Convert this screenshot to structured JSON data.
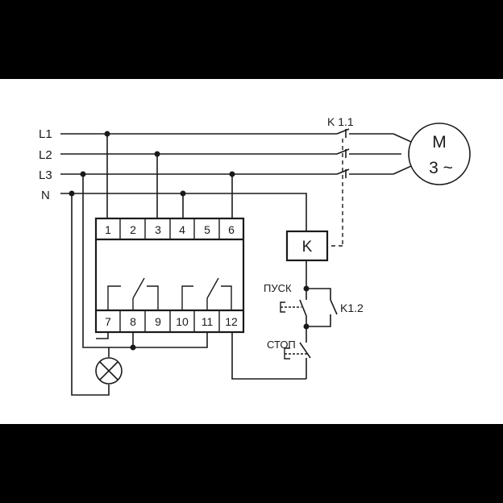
{
  "lines": {
    "l1": "L1",
    "l2": "L2",
    "l3": "L3",
    "n": "N"
  },
  "relay": {
    "top_terminals": [
      "1",
      "2",
      "3",
      "4",
      "5",
      "6"
    ],
    "bottom_terminals": [
      "7",
      "8",
      "9",
      "10",
      "11",
      "12"
    ]
  },
  "contactor": {
    "main_contact": "K 1.1",
    "coil": "K",
    "aux_contact": "K1.2"
  },
  "motor": {
    "letter": "M",
    "phase": "3 ~"
  },
  "buttons": {
    "start": "ПУСК",
    "stop": "СТОП"
  },
  "colors": {
    "background": "#ffffff",
    "border": "#000000",
    "line": "#1a1a1a"
  }
}
